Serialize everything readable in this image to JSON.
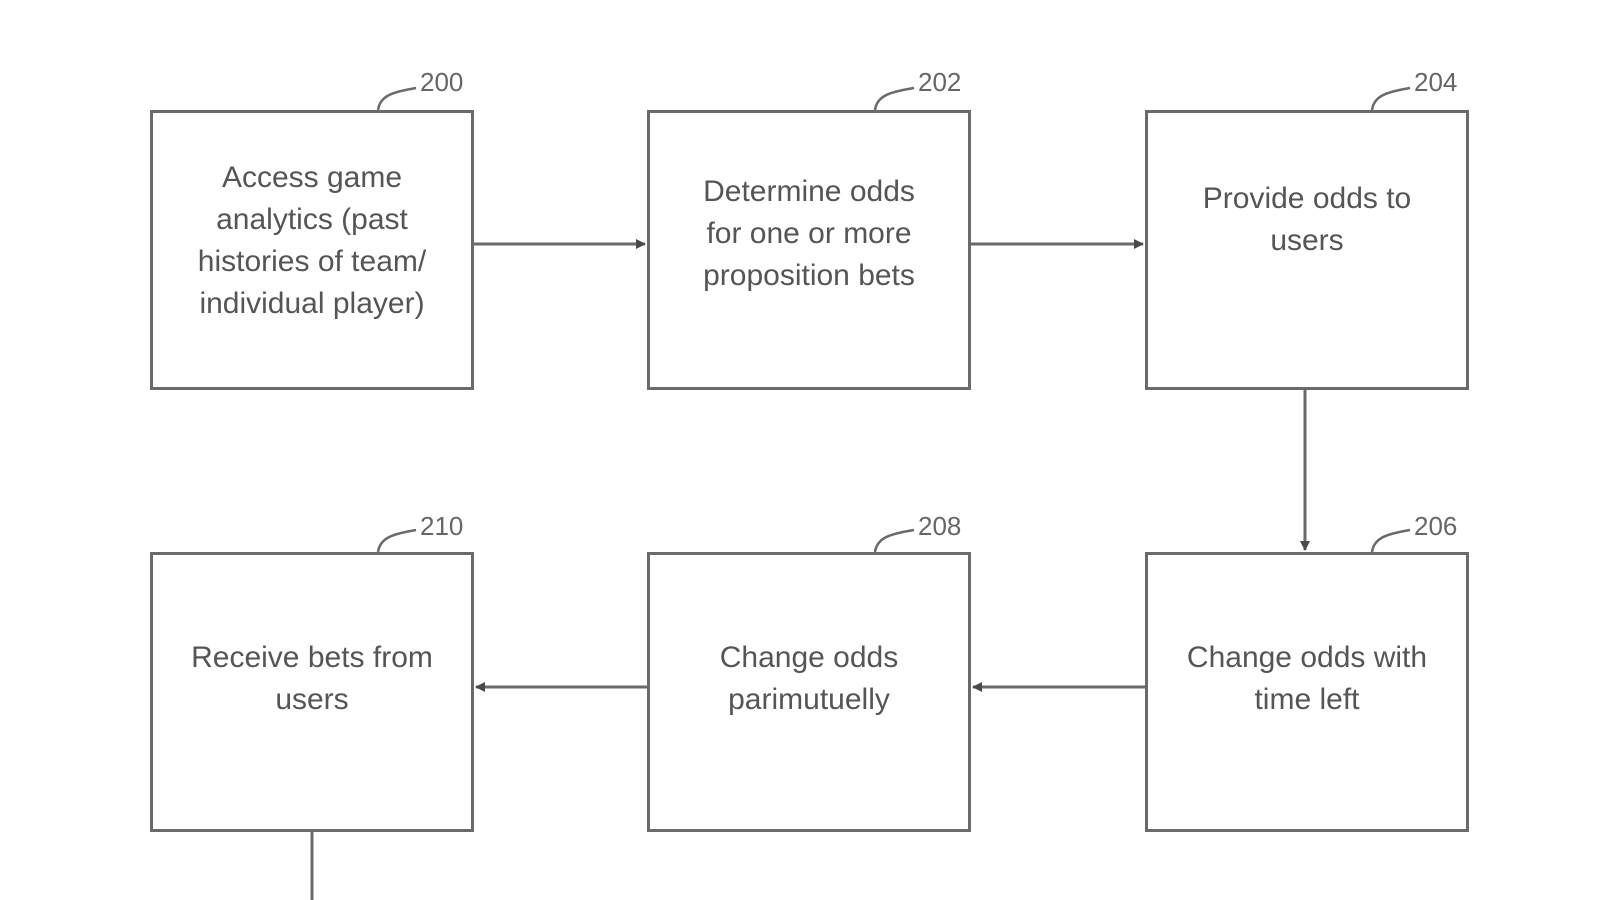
{
  "diagram": {
    "nodes": [
      {
        "id": "200",
        "ref": "200",
        "lines": [
          "Access game",
          "analytics (past",
          "histories of team/",
          "individual player)"
        ]
      },
      {
        "id": "202",
        "ref": "202",
        "lines": [
          "Determine odds",
          "for one or more",
          "proposition bets"
        ]
      },
      {
        "id": "204",
        "ref": "204",
        "lines": [
          "Provide odds to",
          "users"
        ]
      },
      {
        "id": "206",
        "ref": "206",
        "lines": [
          "Change odds with",
          "time left"
        ]
      },
      {
        "id": "208",
        "ref": "208",
        "lines": [
          "Change odds",
          "parimutuelly"
        ]
      },
      {
        "id": "210",
        "ref": "210",
        "lines": [
          "Receive bets from",
          "users"
        ]
      }
    ],
    "edges": [
      {
        "from": "200",
        "to": "202"
      },
      {
        "from": "202",
        "to": "204"
      },
      {
        "from": "204",
        "to": "206"
      },
      {
        "from": "206",
        "to": "208"
      },
      {
        "from": "208",
        "to": "210"
      }
    ],
    "colors": {
      "stroke": "#6a6a6a",
      "text": "#555555",
      "background": "#ffffff"
    }
  }
}
